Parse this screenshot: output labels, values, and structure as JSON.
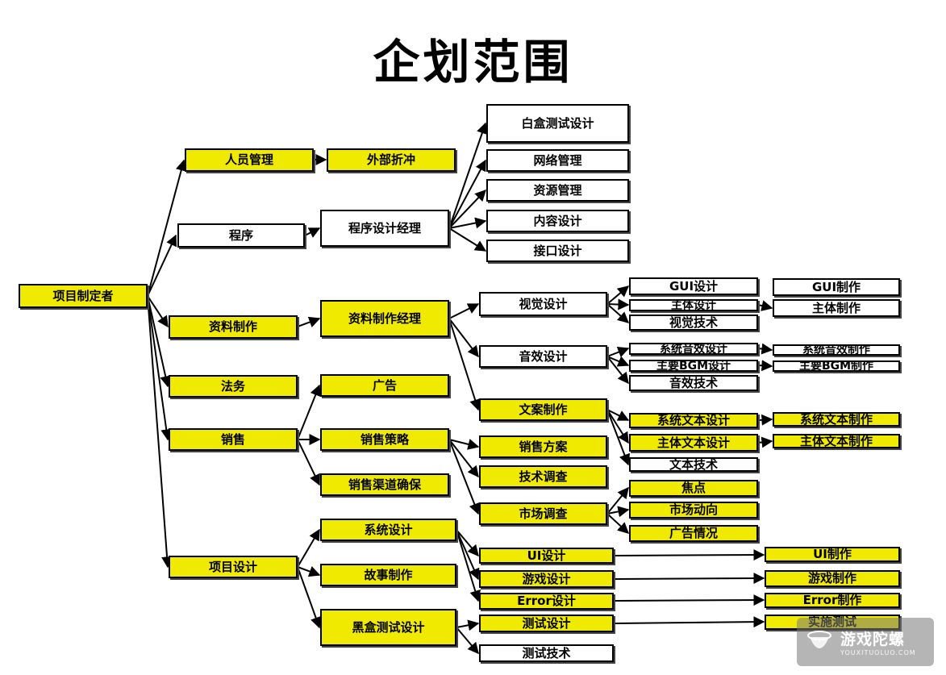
{
  "title": "企划范围",
  "nodes": {
    "root": "项目制定者",
    "renyuan": "人员管理",
    "waibu": "外部折冲",
    "chengxu": "程序",
    "cxjl": "程序设计经理",
    "baihe": "白盒测试设计",
    "wangluo": "网络管理",
    "ziyuan": "资源管理",
    "neirong": "内容设计",
    "jiekou": "接口设计",
    "ziliao": "资料制作",
    "zljl": "资料制作经理",
    "shijue": "视觉设计",
    "gui_sj": "GUI设计",
    "gui_zz": "GUI制作",
    "zhuti_sj": "主体设计",
    "zhuti_zz": "主体制作",
    "sjjs": "视觉技术",
    "yinxiao": "音效设计",
    "xtyx_sj": "系统音效设计",
    "xtyx_zz": "系统音效制作",
    "bgm_sj": "主要BGM设计",
    "bgm_zz": "主要BGM制作",
    "yxjs": "音效技术",
    "wenan": "文案制作",
    "xtwb_sj": "系统文本设计",
    "xtwb_zz": "系统文本制作",
    "ztwb_sj": "主体文本设计",
    "ztwb_zz": "主体文本制作",
    "wbjs": "文本技术",
    "fawu": "法务",
    "xiaoshou": "销售",
    "guanggao": "广告",
    "xscl": "销售策略",
    "xsqd": "销售渠道确保",
    "xsfa": "销售方案",
    "jsdc": "技术调查",
    "scdc": "市场调查",
    "jiaodian": "焦点",
    "scdx": "市场动向",
    "ggqk": "广告情况",
    "xmsj": "项目设计",
    "xtsj": "系统设计",
    "gszz": "故事制作",
    "hhcs": "黑盒测试设计",
    "ui_sj": "UI设计",
    "ui_zz": "UI制作",
    "yx_sj": "游戏设计",
    "yx_zz": "游戏制作",
    "err_sj": "Error设计",
    "err_zz": "Error制作",
    "cs_sj": "测试设计",
    "sscs": "实施测试",
    "csjs": "测试技术"
  },
  "watermark": {
    "name": "游戏陀螺",
    "url": "YOUXITUOLUO.COM"
  },
  "colors": {
    "yellow": "#f0ea00",
    "white": "#ffffff",
    "line": "#000000"
  }
}
